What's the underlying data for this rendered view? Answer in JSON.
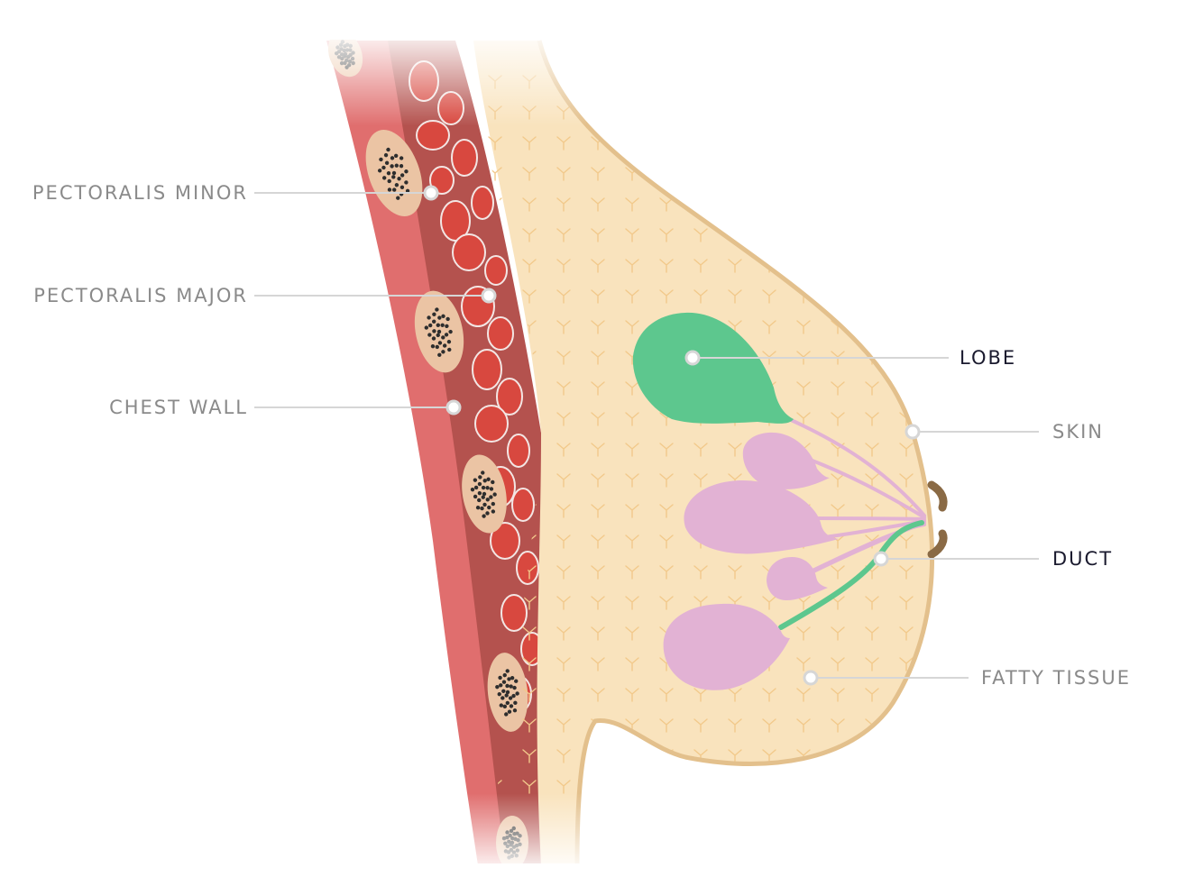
{
  "labels": {
    "pectoralis_minor": "PECTORALIS MINOR",
    "pectoralis_major": "PECTORALIS MAJOR",
    "chest_wall": "CHEST WALL",
    "lobe": "LOBE",
    "skin": "SKIN",
    "duct": "DUCT",
    "fatty_tissue": "FATTY TISSUE"
  },
  "colors": {
    "label_muted": "#8a8a8a",
    "label_emphasis": "#1a1a2e",
    "leader_line": "#d6d6d6",
    "skin_outline": "#e3c08c",
    "fat_fill": "#f9e3bd",
    "fat_texture": "#f2c98b",
    "lobe_highlight": "#5dc78e",
    "lobe_other": "#e2b2d4",
    "duct_other": "#e2b2d4",
    "duct_highlight": "#5dc78e",
    "nipple": "#8a6a45",
    "muscle_outer": "#e06e6e",
    "muscle_inner": "#b4524e",
    "muscle_cells": "#d8483f",
    "rib": "#ebc4a4",
    "rib_dots": "#2e2e2e"
  }
}
